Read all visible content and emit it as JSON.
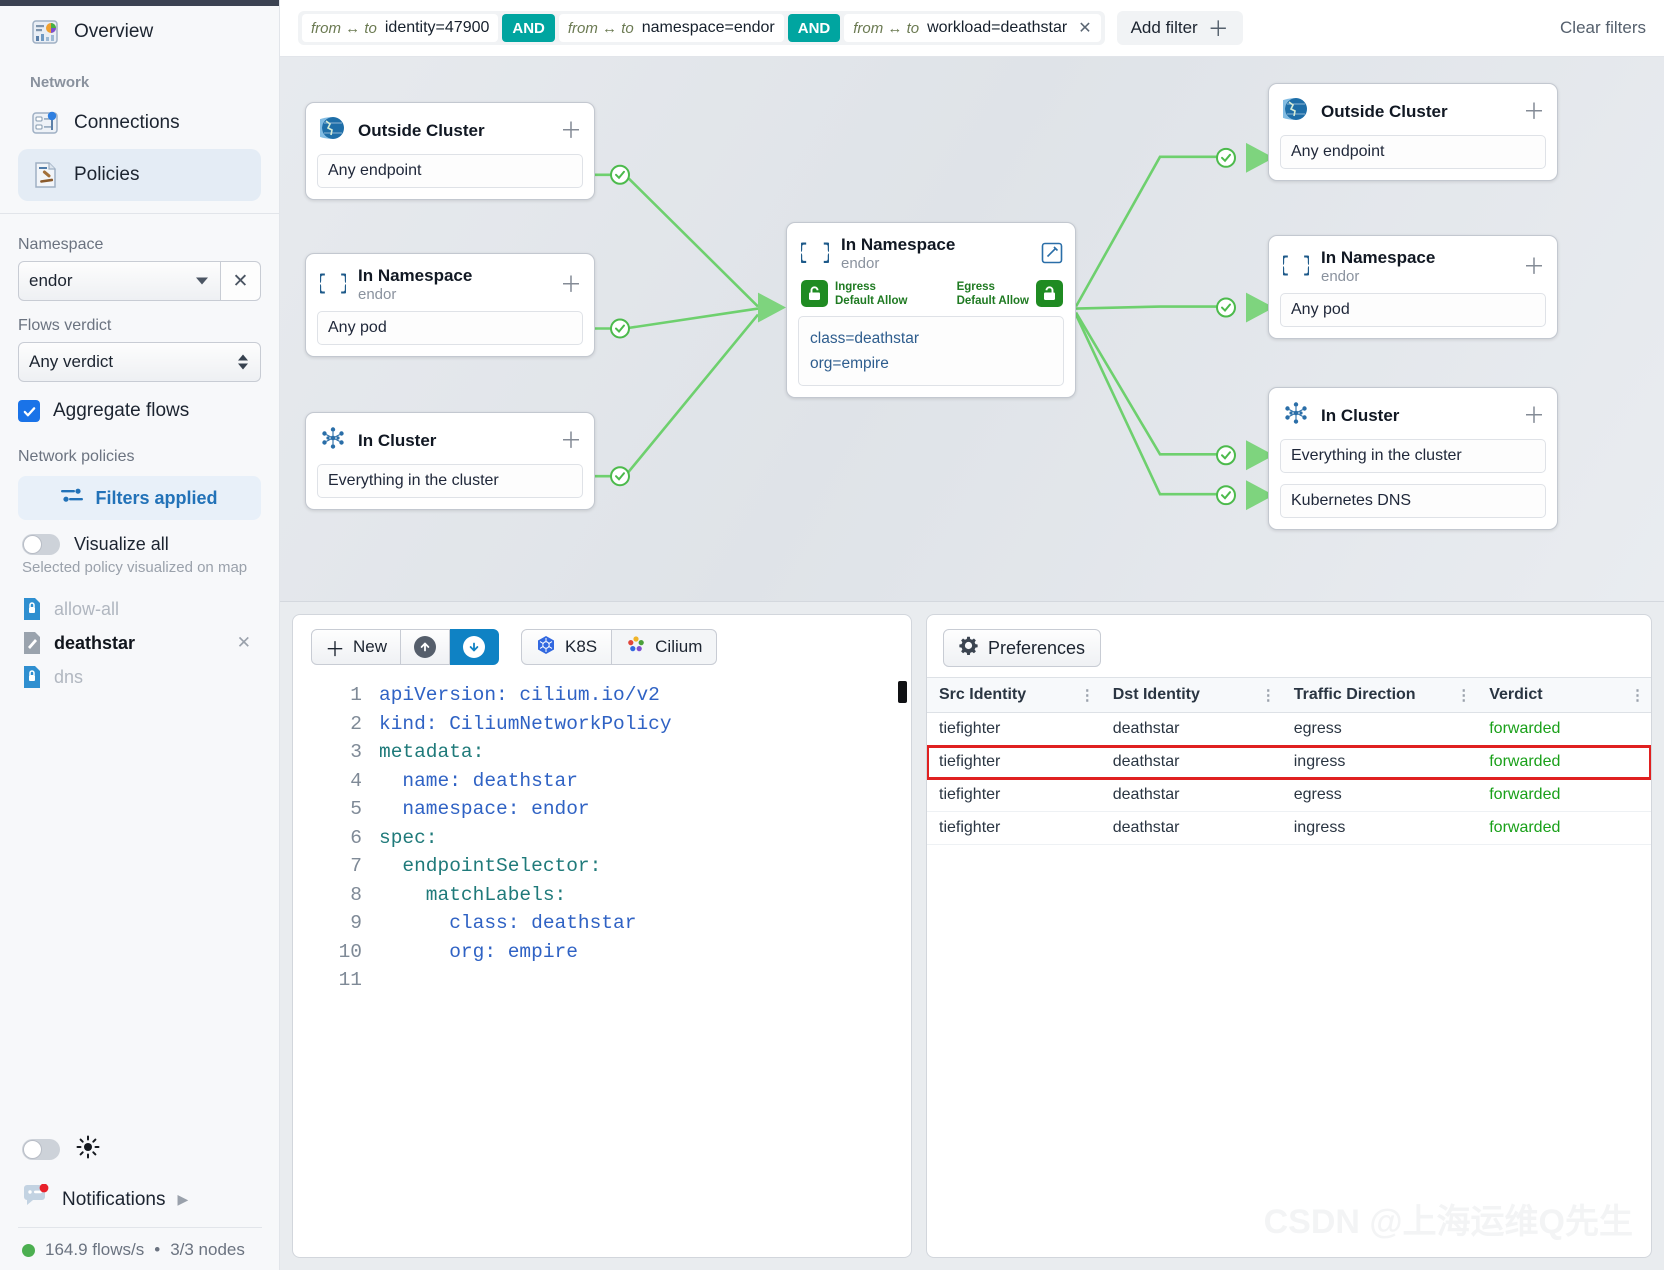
{
  "sidebar": {
    "nav": [
      {
        "label": "Overview",
        "icon": "overview-icon",
        "active": false
      }
    ],
    "section_title": "Network",
    "network_items": [
      {
        "label": "Connections",
        "icon": "connections-icon",
        "active": false
      },
      {
        "label": "Policies",
        "icon": "policies-icon",
        "active": true
      }
    ],
    "namespace_label": "Namespace",
    "namespace_value": "endor",
    "namespace_clear": "✕",
    "verdict_label": "Flows verdict",
    "verdict_value": "Any verdict",
    "aggregate_label": "Aggregate flows",
    "aggregate_checked": true,
    "policies_label": "Network policies",
    "filters_applied_label": "Filters applied",
    "visualize_all_label": "Visualize all",
    "visualize_all_on": false,
    "visualize_hint": "Selected policy visualized on map",
    "policy_list": [
      {
        "name": "allow-all",
        "state": "dim",
        "icon": "lock-doc-icon"
      },
      {
        "name": "deathstar",
        "state": "selected",
        "icon": "pencil-doc-icon",
        "close": "✕"
      },
      {
        "name": "dns",
        "state": "dim",
        "icon": "lock-doc-icon"
      }
    ],
    "theme_toggle_on": false,
    "theme_icon": "sun-icon",
    "notifications_label": "Notifications",
    "status_flows": "164.9 flows/s",
    "status_sep": "•",
    "status_nodes": "3/3 nodes"
  },
  "topbar": {
    "filters": [
      {
        "fromto": "from ↔ to",
        "text": "identity=47900",
        "removable": false
      },
      {
        "fromto": "from ↔ to",
        "text": "namespace=endor",
        "removable": false
      },
      {
        "fromto": "from ↔ to",
        "text": "workload=deathstar",
        "removable": true,
        "close": "✕"
      }
    ],
    "and_label": "AND",
    "add_filter_label": "Add filter",
    "add_filter_plus": "＋",
    "clear_filters_label": "Clear filters"
  },
  "map": {
    "left_nodes": [
      {
        "icon": "globe-icon",
        "title": "Outside Cluster",
        "sub": "",
        "plus": "＋",
        "rows": [
          "Any endpoint"
        ]
      },
      {
        "icon": "braces-icon",
        "title": "In Namespace",
        "sub": "endor",
        "plus": "＋",
        "rows": [
          "Any pod"
        ]
      },
      {
        "icon": "cluster-icon",
        "title": "In Cluster",
        "sub": "",
        "plus": "＋",
        "rows": [
          "Everything in the cluster"
        ]
      }
    ],
    "center_node": {
      "icon": "braces-icon",
      "title": "In Namespace",
      "sub": "endor",
      "edit_icon": "edit-icon",
      "ingress_label": "Ingress",
      "ingress_state": "Default Allow",
      "egress_label": "Egress",
      "egress_state": "Default Allow",
      "labels": [
        "class=deathstar",
        "org=empire"
      ]
    },
    "right_nodes": [
      {
        "icon": "globe-icon",
        "title": "Outside Cluster",
        "sub": "",
        "plus": "＋",
        "rows": [
          "Any endpoint"
        ]
      },
      {
        "icon": "braces-icon",
        "title": "In Namespace",
        "sub": "endor",
        "plus": "＋",
        "rows": [
          "Any pod"
        ]
      },
      {
        "icon": "cluster-icon",
        "title": "In Cluster",
        "sub": "",
        "plus": "＋",
        "rows": [
          "Everything in the cluster",
          "Kubernetes DNS"
        ]
      }
    ],
    "edge_color": "#6ed06e"
  },
  "editor": {
    "new_label": "New",
    "new_plus": "＋",
    "upload_icon": "arrow-up-icon",
    "download_icon": "arrow-down-icon",
    "tabs": [
      {
        "label": "K8S",
        "icon": "kubernetes-icon",
        "active": false
      },
      {
        "label": "Cilium",
        "icon": "cilium-icon",
        "active": true
      }
    ],
    "lines": [
      {
        "n": "1",
        "text": "apiVersion: cilium.io/v2"
      },
      {
        "n": "2",
        "text": "kind: CiliumNetworkPolicy"
      },
      {
        "n": "3",
        "text": "metadata:"
      },
      {
        "n": "4",
        "text": "  name: deathstar"
      },
      {
        "n": "5",
        "text": "  namespace: endor"
      },
      {
        "n": "6",
        "text": "spec:"
      },
      {
        "n": "7",
        "text": "  endpointSelector:"
      },
      {
        "n": "8",
        "text": "    matchLabels:"
      },
      {
        "n": "9",
        "text": "      class: deathstar"
      },
      {
        "n": "10",
        "text": "      org: empire"
      },
      {
        "n": "11",
        "text": ""
      }
    ]
  },
  "table": {
    "preferences_label": "Preferences",
    "preferences_icon": "gear-icon",
    "columns": [
      "Src Identity",
      "Dst Identity",
      "Traffic Direction",
      "Verdict"
    ],
    "rows": [
      {
        "src": "tiefighter",
        "dst": "deathstar",
        "dir": "egress",
        "verdict": "forwarded",
        "highlighted": false
      },
      {
        "src": "tiefighter",
        "dst": "deathstar",
        "dir": "ingress",
        "verdict": "forwarded",
        "highlighted": true
      },
      {
        "src": "tiefighter",
        "dst": "deathstar",
        "dir": "egress",
        "verdict": "forwarded",
        "highlighted": false
      },
      {
        "src": "tiefighter",
        "dst": "deathstar",
        "dir": "ingress",
        "verdict": "forwarded",
        "highlighted": false
      }
    ],
    "highlight_color": "#e02020"
  },
  "watermark": "CSDN @上海运维Q先生"
}
